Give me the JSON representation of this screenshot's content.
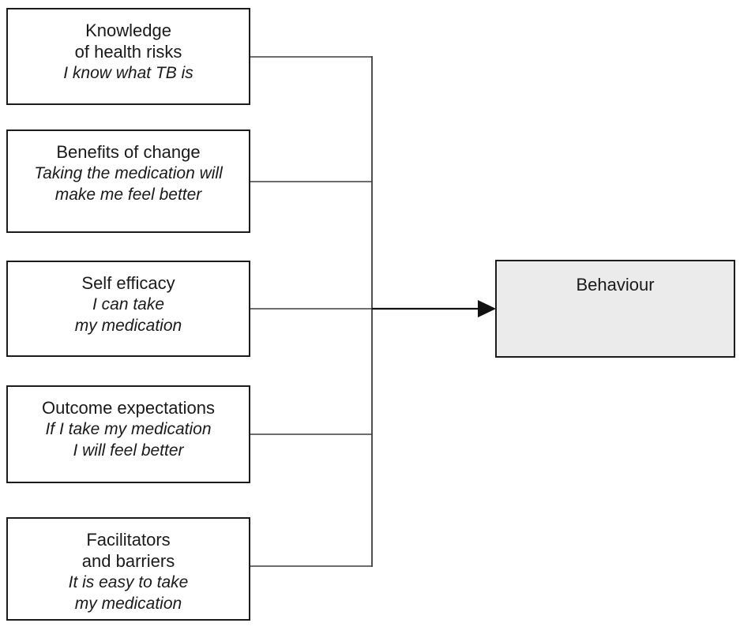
{
  "diagram": {
    "factors": [
      {
        "title": "Knowledge\nof health risks",
        "example": "I know what TB is"
      },
      {
        "title": "Benefits of change",
        "example": "Taking the medication will\nmake me feel better"
      },
      {
        "title": "Self efficacy",
        "example": "I can take\nmy medication"
      },
      {
        "title": "Outcome expectations",
        "example": "If I take my medication\nI will feel better"
      },
      {
        "title": "Facilitators\nand barriers",
        "example": "It is easy to take\nmy medication"
      }
    ],
    "outcome": {
      "label": "Behaviour"
    },
    "colors": {
      "box_border": "#1c1c1c",
      "outcome_fill": "#ebebeb",
      "connector_line": "#3d3d3d",
      "arrow": "#111111",
      "background": "#ffffff"
    }
  }
}
